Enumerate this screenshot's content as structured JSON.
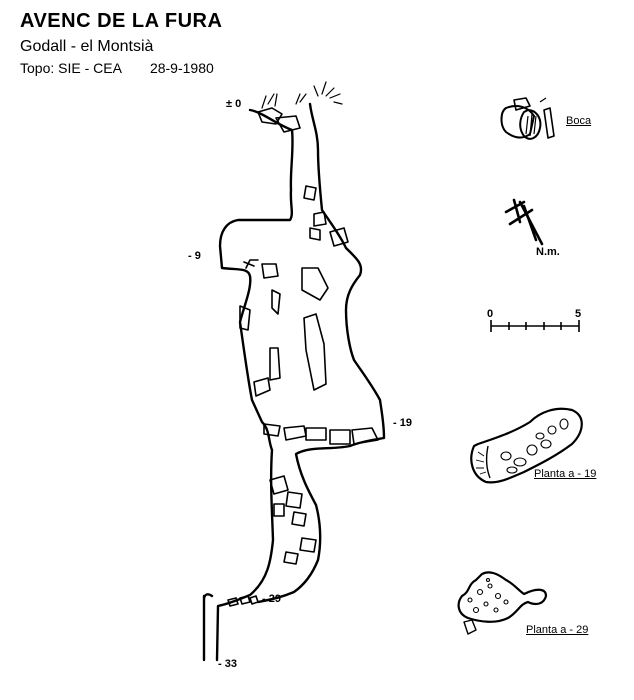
{
  "header": {
    "title": "AVENC DE LA FURA",
    "subtitle": "Godall - el Montsià",
    "topo_label": "Topo: SIE - CEA",
    "topo_date": "28-9-1980"
  },
  "depths": {
    "d0": "± 0",
    "d9": "- 9",
    "d19": "- 19",
    "d29": "- 29",
    "d33": "- 33"
  },
  "legend": {
    "boca": "Boca",
    "north": "N.m.",
    "scale_min": "0",
    "scale_max": "5",
    "planta19": "Planta a - 19",
    "planta29": "Planta a - 29"
  }
}
